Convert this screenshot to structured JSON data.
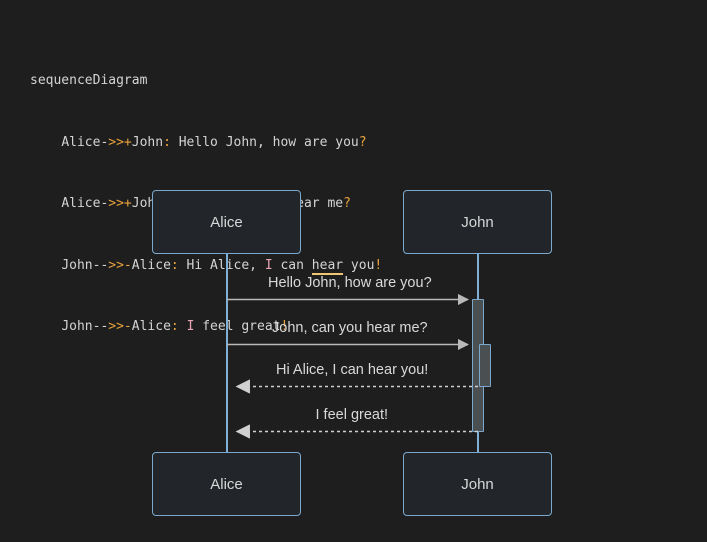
{
  "app": {
    "background_color": "#1e1e1e",
    "text_color": "#d4d4d4",
    "accent_color": "#7ba8cc",
    "keyword_color": "#e8a33d",
    "string_color": "#e6a4b4",
    "underline_color": "#f0c674"
  },
  "code": {
    "language_keyword": "sequenceDiagram",
    "lines": [
      {
        "indent": "",
        "segments": [
          {
            "text": "sequenceDiagram",
            "style": "plain"
          }
        ]
      },
      {
        "indent": "    ",
        "segments": [
          {
            "text": "Alice-",
            "style": "plain"
          },
          {
            "text": ">>+",
            "style": "arrow"
          },
          {
            "text": "John",
            "style": "plain"
          },
          {
            "text": ":",
            "style": "colon"
          },
          {
            "text": " Hello John, how are you",
            "style": "plain"
          },
          {
            "text": "?",
            "style": "qmark"
          }
        ]
      },
      {
        "indent": "    ",
        "segments": [
          {
            "text": "Alice-",
            "style": "plain"
          },
          {
            "text": ">>+",
            "style": "arrow"
          },
          {
            "text": "John",
            "style": "plain"
          },
          {
            "text": ":",
            "style": "colon"
          },
          {
            "text": " John, can you hear me",
            "style": "plain"
          },
          {
            "text": "?",
            "style": "qmark"
          }
        ]
      },
      {
        "indent": "    ",
        "segments": [
          {
            "text": "John--",
            "style": "plain"
          },
          {
            "text": ">>-",
            "style": "arrow"
          },
          {
            "text": "Alice",
            "style": "plain"
          },
          {
            "text": ":",
            "style": "colon"
          },
          {
            "text": " Hi Alice, ",
            "style": "plain"
          },
          {
            "text": "I",
            "style": "pink"
          },
          {
            "text": " can ",
            "style": "plain"
          },
          {
            "text": "hear",
            "style": "underline"
          },
          {
            "text": " you",
            "style": "plain"
          },
          {
            "text": "!",
            "style": "bang"
          }
        ]
      },
      {
        "indent": "    ",
        "segments": [
          {
            "text": "John--",
            "style": "plain"
          },
          {
            "text": ">>-",
            "style": "arrow"
          },
          {
            "text": "Alice",
            "style": "plain"
          },
          {
            "text": ":",
            "style": "colon"
          },
          {
            "text": " ",
            "style": "plain"
          },
          {
            "text": "I",
            "style": "pink"
          },
          {
            "text": " feel great",
            "style": "plain"
          },
          {
            "text": "!",
            "style": "bang"
          }
        ]
      }
    ]
  },
  "diagram": {
    "type": "sequence",
    "participants": [
      {
        "id": "alice",
        "label": "Alice"
      },
      {
        "id": "john",
        "label": "John"
      }
    ],
    "messages": [
      {
        "from": "alice",
        "to": "john",
        "label": "Hello John, how are you?",
        "style": "solid",
        "direction": "right",
        "activate": true
      },
      {
        "from": "alice",
        "to": "john",
        "label": "John, can you hear me?",
        "style": "solid",
        "direction": "right",
        "activate": true
      },
      {
        "from": "john",
        "to": "alice",
        "label": "Hi Alice, I can hear you!",
        "style": "dashed",
        "direction": "left",
        "deactivate": true
      },
      {
        "from": "john",
        "to": "alice",
        "label": "I feel great!",
        "style": "dashed",
        "direction": "left",
        "deactivate": true
      }
    ],
    "activations": [
      {
        "participant": "john",
        "level": 1
      },
      {
        "participant": "john",
        "level": 2
      }
    ]
  }
}
